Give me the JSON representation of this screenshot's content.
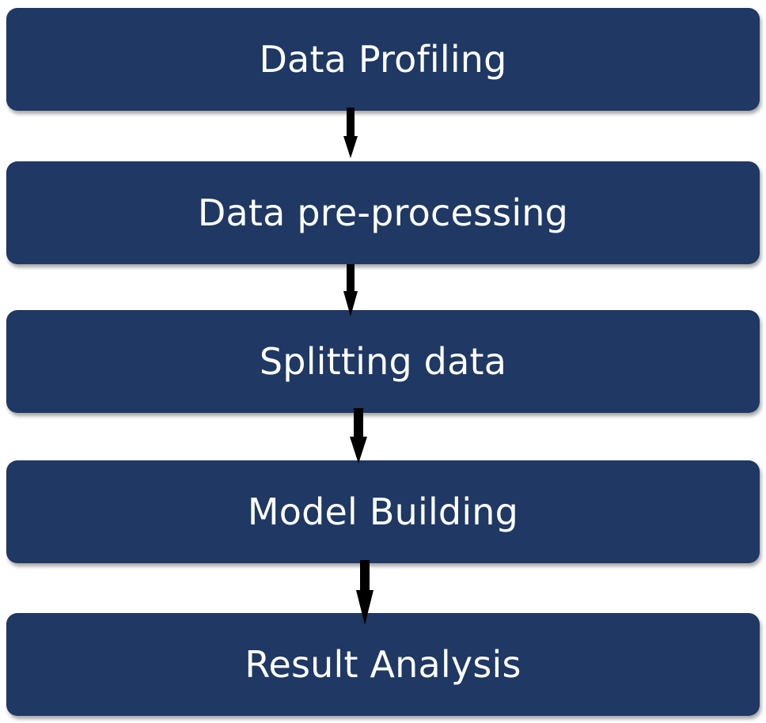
{
  "flowchart": {
    "steps": [
      {
        "label": "Data Profiling"
      },
      {
        "label": "Data pre-processing"
      },
      {
        "label": "Splitting data"
      },
      {
        "label": "Model Building"
      },
      {
        "label": "Result Analysis"
      }
    ],
    "colors": {
      "box_fill": "#1f3864",
      "box_text": "#ffffff",
      "arrow": "#000000"
    }
  }
}
